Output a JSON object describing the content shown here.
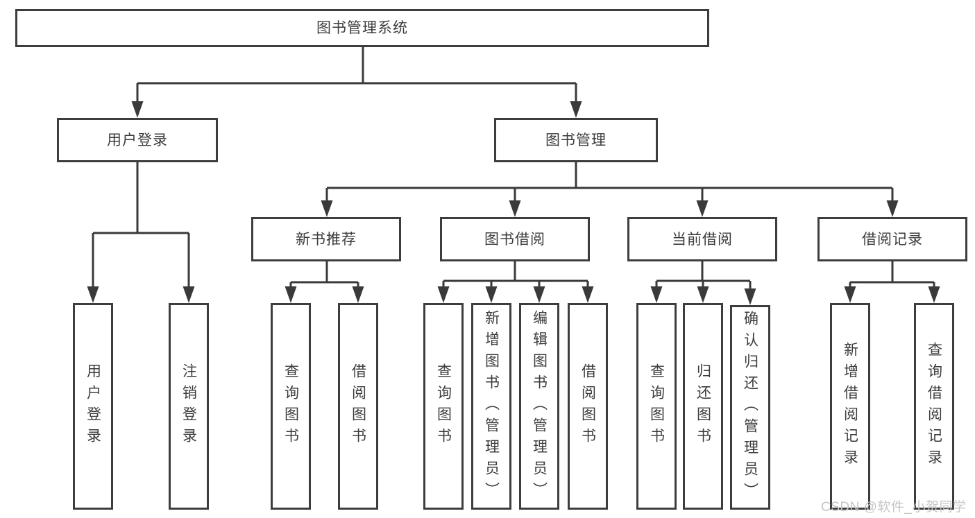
{
  "diagram": {
    "title": "图书管理系统",
    "branches": [
      {
        "label": "用户登录",
        "children": [
          "用户登录",
          "注销登录"
        ]
      },
      {
        "label": "图书管理",
        "sections": [
          {
            "label": "新书推荐",
            "children": [
              "查询图书",
              "借阅图书"
            ]
          },
          {
            "label": "图书借阅",
            "children": [
              "查询图书",
              "新增图书（管理员）",
              "编辑图书（管理员）",
              "借阅图书"
            ]
          },
          {
            "label": "当前借阅",
            "children": [
              "查询图书",
              "归还图书",
              "确认归还（管理员）"
            ]
          },
          {
            "label": "借阅记录",
            "children": [
              "新增借阅记录",
              "查询借阅记录"
            ]
          }
        ]
      }
    ]
  },
  "watermark": "CSDN @软件_小贺同学",
  "colors": {
    "line": "#3a3a3a",
    "box_border": "#3d3d3d",
    "text": "#3c3c3c",
    "watermark": "#c6c6c6",
    "background": "#ffffff"
  }
}
